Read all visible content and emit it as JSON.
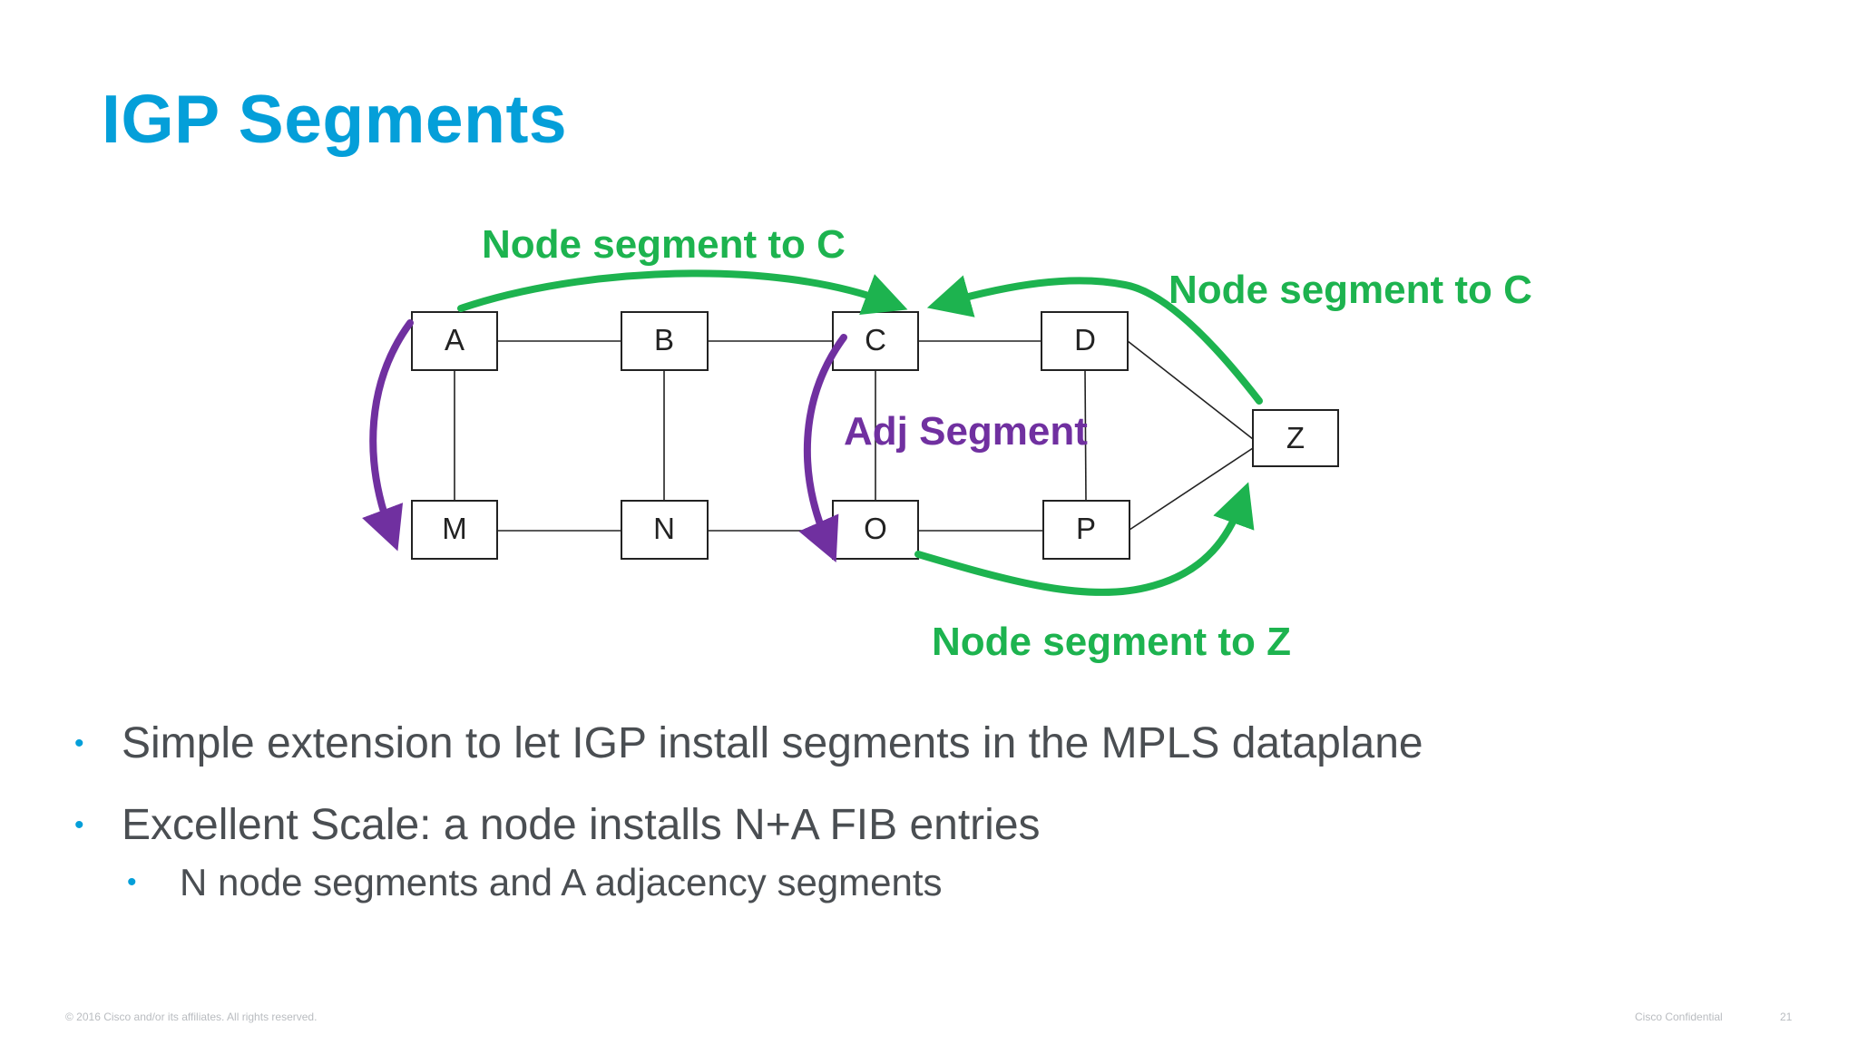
{
  "title": "IGP Segments",
  "diagram": {
    "nodes": [
      "A",
      "B",
      "C",
      "D",
      "M",
      "N",
      "O",
      "P",
      "Z"
    ],
    "labels": {
      "node_seg_c_top": "Node segment to C",
      "node_seg_c_right": "Node segment to C",
      "adj_segment": "Adj Segment",
      "node_seg_z": "Node segment to Z"
    },
    "colors": {
      "node_segment": "#1db34f",
      "adj_segment": "#7030a0",
      "title": "#049fd9"
    }
  },
  "bullets": [
    "Simple extension to let IGP install segments in the MPLS dataplane",
    "Excellent Scale: a node installs N+A FIB entries"
  ],
  "sub_bullets": [
    "N node segments and A adjacency segments"
  ],
  "footer": {
    "copyright": "© 2016 Cisco and/or its affiliates. All rights reserved.",
    "confidential": "Cisco Confidential",
    "page": "21"
  }
}
